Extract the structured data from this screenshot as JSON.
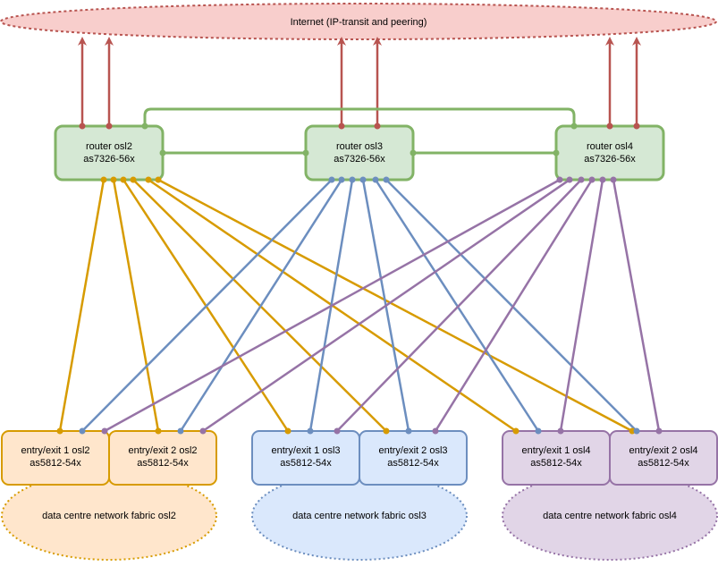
{
  "internet": {
    "label": "Internet (IP-transit and peering)"
  },
  "routers": [
    {
      "name": "router osl2",
      "model": "as7326-56x"
    },
    {
      "name": "router osl3",
      "model": "as7326-56x"
    },
    {
      "name": "router osl4",
      "model": "as7326-56x"
    }
  ],
  "switches": [
    {
      "name": "entry/exit 1 osl2",
      "model": "as5812-54x"
    },
    {
      "name": "entry/exit 2 osl2",
      "model": "as5812-54x"
    },
    {
      "name": "entry/exit 1 osl3",
      "model": "as5812-54x"
    },
    {
      "name": "entry/exit 2 osl3",
      "model": "as5812-54x"
    },
    {
      "name": "entry/exit 1 osl4",
      "model": "as5812-54x"
    },
    {
      "name": "entry/exit 2 osl4",
      "model": "as5812-54x"
    }
  ],
  "fabrics": [
    {
      "label": "data centre network fabric osl2"
    },
    {
      "label": "data centre network fabric osl3"
    },
    {
      "label": "data centre network fabric osl4"
    }
  ],
  "colors": {
    "internet_fill": "#f8cecc",
    "internet_stroke": "#b85450",
    "uplink": "#b85450",
    "router_fill": "#d5e8d4",
    "router_stroke": "#82b366",
    "osl2_fill": "#ffe6cc",
    "osl2_stroke": "#d79b00",
    "osl3_fill": "#dae8fc",
    "osl3_stroke": "#6c8ebf",
    "osl4_fill": "#e1d5e7",
    "osl4_stroke": "#9673a6"
  }
}
